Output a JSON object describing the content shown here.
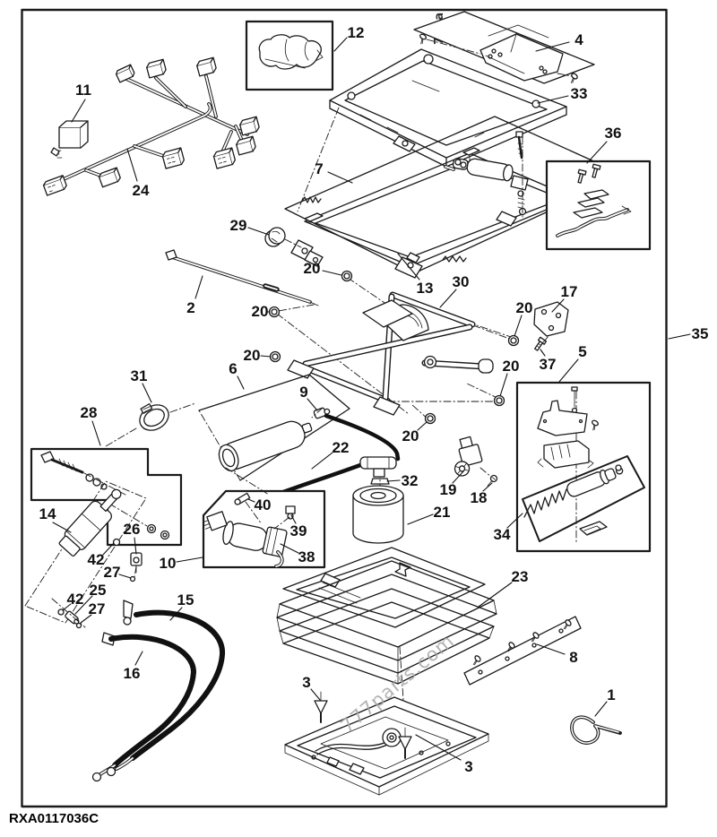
{
  "page": {
    "drawing_number": "RXA0117036C",
    "watermark": "777parts.com",
    "watermark_top": "77pa",
    "background": "#ffffff",
    "line_color": "#1a1a1a"
  },
  "callouts": [
    {
      "label": "11",
      "t": [
        93,
        100
      ],
      "l": [
        95,
        111,
        80,
        136
      ]
    },
    {
      "label": "24",
      "t": [
        157,
        212
      ],
      "l": [
        153,
        202,
        142,
        166
      ]
    },
    {
      "label": "12",
      "t": [
        397,
        36
      ],
      "l": [
        387,
        42,
        373,
        57
      ]
    },
    {
      "label": "4",
      "t": [
        646,
        44
      ],
      "l": [
        635,
        47,
        598,
        57
      ]
    },
    {
      "label": "33",
      "t": [
        646,
        104
      ],
      "l": [
        634,
        107,
        600,
        115
      ]
    },
    {
      "label": "36",
      "t": [
        684,
        148
      ],
      "l": [
        677,
        158,
        655,
        182
      ]
    },
    {
      "label": "7",
      "t": [
        356,
        188
      ],
      "l": [
        366,
        192,
        393,
        204
      ]
    },
    {
      "label": "29",
      "t": [
        266,
        251
      ],
      "l": [
        277,
        254,
        300,
        262
      ]
    },
    {
      "label": "13",
      "t": [
        474,
        321
      ],
      "l": [
        468,
        312,
        444,
        283
      ]
    },
    {
      "label": "30",
      "t": [
        514,
        314
      ],
      "l": [
        509,
        323,
        491,
        343
      ]
    },
    {
      "label": "2",
      "t": [
        213,
        343
      ],
      "l": [
        218,
        333,
        226,
        308
      ]
    },
    {
      "label": "20",
      "t": [
        348,
        299
      ],
      "l": [
        360,
        302,
        381,
        307
      ]
    },
    {
      "label": "20",
      "t": [
        290,
        347
      ],
      "l": [
        297,
        348,
        301,
        348
      ]
    },
    {
      "label": "20",
      "t": [
        281,
        396
      ],
      "l": [
        291,
        397,
        302,
        398
      ]
    },
    {
      "label": "20",
      "t": [
        585,
        343
      ],
      "l": [
        582,
        352,
        574,
        375
      ]
    },
    {
      "label": "20",
      "t": [
        570,
        408
      ],
      "l": [
        566,
        417,
        558,
        442
      ]
    },
    {
      "label": "20",
      "t": [
        458,
        486
      ],
      "l": [
        466,
        480,
        476,
        471
      ]
    },
    {
      "label": "17",
      "t": [
        635,
        325
      ],
      "l": [
        629,
        334,
        616,
        348
      ]
    },
    {
      "label": "37",
      "t": [
        611,
        406
      ],
      "l": [
        608,
        397,
        603,
        390
      ]
    },
    {
      "label": "5",
      "t": [
        650,
        392
      ],
      "l": [
        645,
        401,
        624,
        426
      ]
    },
    {
      "label": "35",
      "t": [
        781,
        372
      ],
      "l": [
        770,
        373,
        746,
        378
      ]
    },
    {
      "label": "31",
      "t": [
        155,
        419
      ],
      "l": [
        159,
        428,
        169,
        449
      ]
    },
    {
      "label": "6",
      "t": [
        260,
        411
      ],
      "l": [
        265,
        420,
        272,
        434
      ]
    },
    {
      "label": "9",
      "t": [
        339,
        437
      ],
      "l": [
        343,
        445,
        354,
        458
      ]
    },
    {
      "label": "22",
      "t": [
        380,
        499
      ],
      "l": [
        371,
        505,
        348,
        523
      ]
    },
    {
      "label": "28",
      "t": [
        99,
        460
      ],
      "l": [
        103,
        470,
        112,
        497
      ]
    },
    {
      "label": "32",
      "t": [
        457,
        536
      ],
      "l": [
        446,
        536,
        432,
        537
      ]
    },
    {
      "label": "19",
      "t": [
        500,
        546
      ],
      "l": [
        505,
        539,
        517,
        526
      ]
    },
    {
      "label": "18",
      "t": [
        534,
        555
      ],
      "l": [
        539,
        548,
        549,
        539
      ]
    },
    {
      "label": "34",
      "t": [
        560,
        596
      ],
      "l": [
        566,
        589,
        583,
        573
      ]
    },
    {
      "label": "21",
      "t": [
        493,
        571
      ],
      "l": [
        483,
        574,
        455,
        585
      ]
    },
    {
      "label": "14",
      "t": [
        53,
        573
      ],
      "l": [
        59,
        583,
        79,
        594
      ]
    },
    {
      "label": "26",
      "t": [
        147,
        590
      ],
      "l": [
        150,
        600,
        152,
        618
      ]
    },
    {
      "label": "42",
      "t": [
        107,
        624
      ],
      "l": [
        115,
        619,
        127,
        606
      ]
    },
    {
      "label": "27",
      "t": [
        125,
        638
      ],
      "l": [
        133,
        641,
        146,
        645
      ]
    },
    {
      "label": "25",
      "t": [
        109,
        658
      ],
      "l": [
        103,
        665,
        84,
        685
      ]
    },
    {
      "label": "42",
      "t": [
        84,
        668
      ],
      "l": [
        79,
        674,
        70,
        681
      ]
    },
    {
      "label": "27",
      "t": [
        108,
        679
      ],
      "l": [
        102,
        686,
        90,
        695
      ]
    },
    {
      "label": "10",
      "t": [
        187,
        628
      ],
      "l": [
        197,
        627,
        226,
        622
      ]
    },
    {
      "label": "40",
      "t": [
        293,
        563
      ],
      "l": [
        284,
        560,
        277,
        557
      ]
    },
    {
      "label": "39",
      "t": [
        333,
        592
      ],
      "l": [
        330,
        584,
        325,
        575
      ]
    },
    {
      "label": "38",
      "t": [
        342,
        621
      ],
      "l": [
        333,
        617,
        313,
        607
      ]
    },
    {
      "label": "15",
      "t": [
        207,
        669
      ],
      "l": [
        203,
        678,
        190,
        692
      ]
    },
    {
      "label": "16",
      "t": [
        147,
        751
      ],
      "l": [
        151,
        742,
        159,
        727
      ]
    },
    {
      "label": "23",
      "t": [
        580,
        643
      ],
      "l": [
        571,
        650,
        534,
        677
      ]
    },
    {
      "label": "8",
      "t": [
        640,
        733
      ],
      "l": [
        630,
        730,
        599,
        719
      ]
    },
    {
      "label": "3",
      "t": [
        342,
        761
      ],
      "l": [
        347,
        769,
        357,
        781
      ]
    },
    {
      "label": "3",
      "t": [
        523,
        855
      ],
      "l": [
        514,
        848,
        464,
        820
      ]
    },
    {
      "label": "1",
      "t": [
        682,
        775
      ],
      "l": [
        677,
        783,
        664,
        799
      ]
    }
  ]
}
